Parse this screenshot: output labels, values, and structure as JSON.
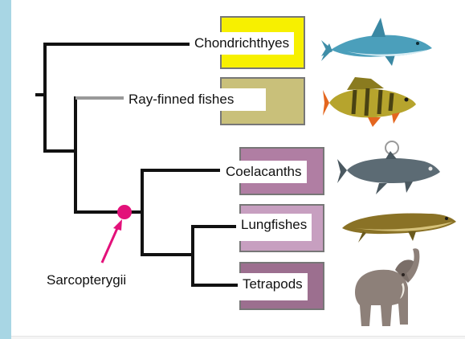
{
  "diagram": {
    "clade_label": "Sarcopterygii",
    "taxa": [
      {
        "label": "Chondrichthyes",
        "color": "#f7f000",
        "animal": "shark-icon"
      },
      {
        "label": "Ray-finned fishes",
        "color": "#c9c07a",
        "animal": "perch-icon"
      },
      {
        "label": "Coelacanths",
        "color": "#b07ea3",
        "animal": "coelacanth-icon"
      },
      {
        "label": "Lungfishes",
        "color": "#c79fc0",
        "animal": "lungfish-icon"
      },
      {
        "label": "Tetrapods",
        "color": "#9c6f8f",
        "animal": "elephant-icon"
      }
    ],
    "colors": {
      "branch": "#111111",
      "highlight_branch": "#999999",
      "node": "#e3117a",
      "side_bar": "#a8d6e4"
    }
  }
}
